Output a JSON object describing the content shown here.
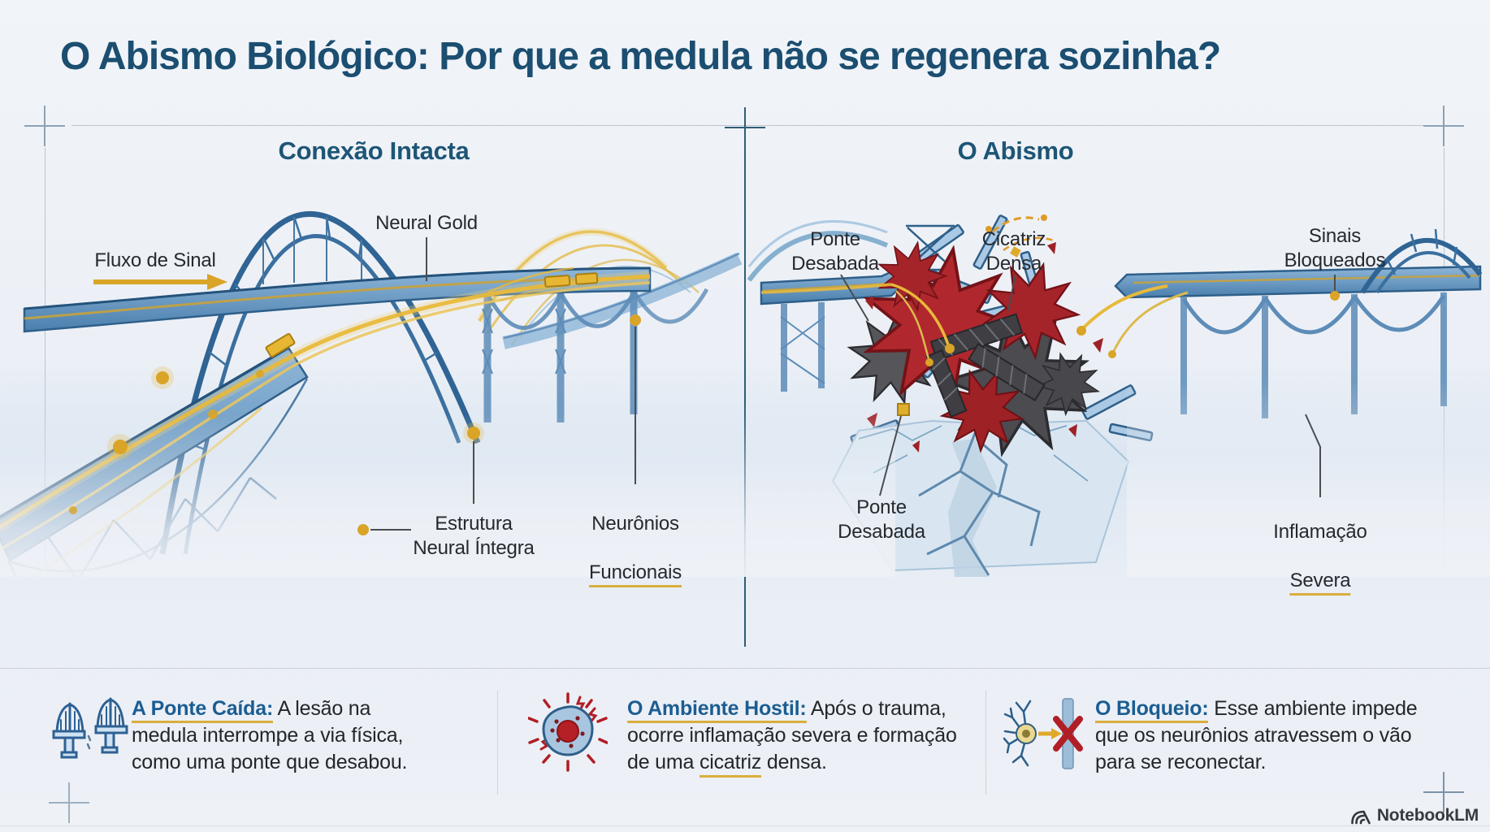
{
  "title": "O Abismo Biológico: Por que a medula não se regenera sozinha?",
  "brand": "NotebookLM",
  "left_panel": {
    "title": "Conexão Intacta",
    "labels": {
      "signal_flow": "Fluxo de Sinal",
      "neural_gold": "Neural Gold",
      "neural_structure": "Estrutura\nNeural Íntegra",
      "neurons_line1": "Neurônios",
      "neurons_line2": "Funcionais"
    }
  },
  "right_panel": {
    "title": "O Abismo",
    "labels": {
      "collapsed_bridge_top": "Ponte\nDesabada",
      "dense_scar": "Cicatriz\nDensa",
      "blocked_signals": "Sinais\nBloqueados",
      "collapsed_bridge_bottom": "Ponte\nDesabada",
      "inflammation_line1": "Inflamação",
      "inflammation_line2": "Severa"
    }
  },
  "callouts": [
    {
      "icon": "broken-bridge-icon",
      "title": "A Ponte Caída:",
      "body_pre": " A lesão na medula interrompe a via física, como uma ponte que desabou.",
      "underline_word": "",
      "body_post": ""
    },
    {
      "icon": "inflamed-cell-icon",
      "title": "O Ambiente Hostil:",
      "body_pre": " Após o trauma, ocorre inflamação severa e formação de uma ",
      "underline_word": "cicatriz",
      "body_post": " densa."
    },
    {
      "icon": "neuron-blocked-icon",
      "title": "O Bloqueio:",
      "body_pre": " Esse ambiente impede que os neurônios atravessem o vão para se reconectar.",
      "underline_word": "",
      "body_post": ""
    }
  ],
  "colors": {
    "title_blue": "#1b4e70",
    "panel_title_blue": "#1d5576",
    "callout_title_blue": "#1b5d92",
    "gold_accent": "#d9ae3c",
    "bridge_blue": "#4a7fae",
    "scar_red": "#b0282d",
    "scar_gray": "#4b4b50",
    "divider_teal": "#2f5d78"
  }
}
